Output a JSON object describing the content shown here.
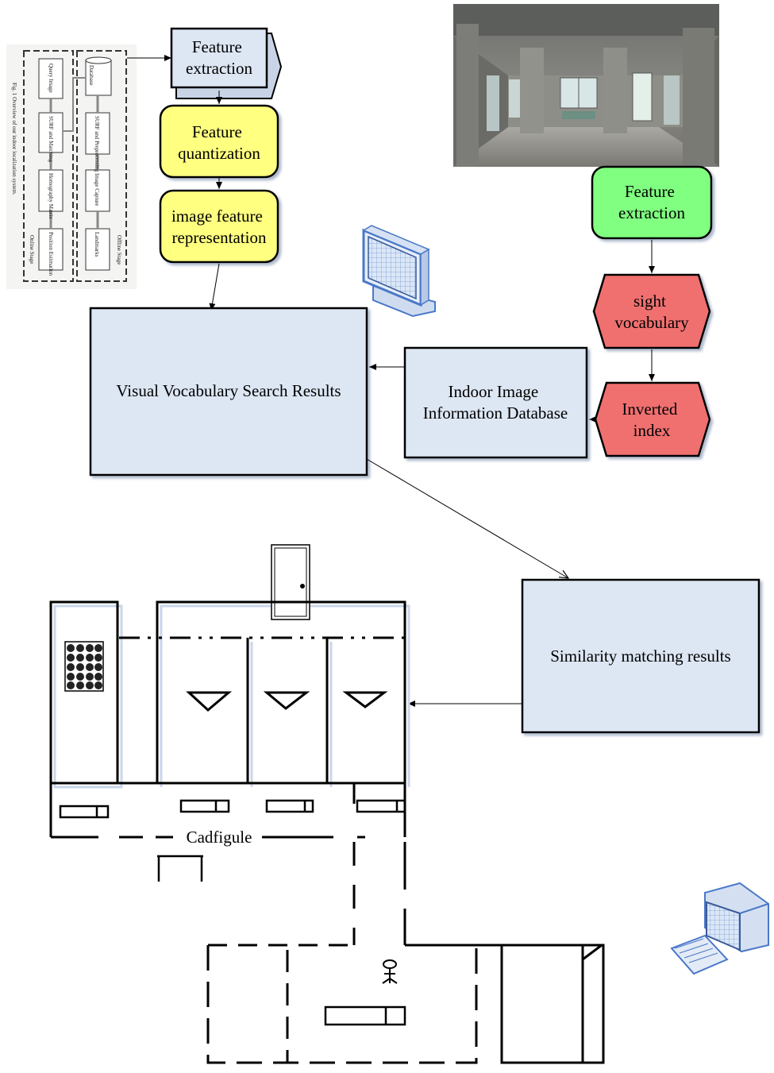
{
  "left_chain": {
    "feature_extraction": [
      "Feature",
      "extraction"
    ],
    "feature_quantization": [
      "Feature",
      "quantization"
    ],
    "image_feature_representation": [
      "image feature",
      "representation"
    ]
  },
  "right_chain": {
    "feature_extraction": [
      "Feature",
      "extraction"
    ],
    "sight_vocabulary": [
      "sight",
      "vocabulary"
    ],
    "inverted_index": [
      "Inverted",
      "index"
    ]
  },
  "visual_vocabulary_search_results": "Visual Vocabulary Search Results",
  "indoor_image_database": [
    "Indoor Image",
    "Information Database"
  ],
  "similarity_matching_results": "Similarity matching results",
  "floorplan_label": "Cadfigule",
  "thumbnail": {
    "caption": "Fig. 1 Overview of our indoor localization system.",
    "online_stage": "Online Stage",
    "offline_stage": "Offline Stage",
    "online_boxes": [
      "Query Image",
      "SURF and Matching",
      "Homography Matrix",
      "Position Estimation"
    ],
    "offline_boxes": [
      "Database",
      "SURF and Preprocessing",
      "Image Capture",
      "Landmarks"
    ]
  },
  "colors": {
    "box_blue": "#dde6f3",
    "box_yellow": "#ffff80",
    "box_green": "#80ff80",
    "box_red": "#f07070",
    "monitor_blue": "#4a78c8"
  }
}
